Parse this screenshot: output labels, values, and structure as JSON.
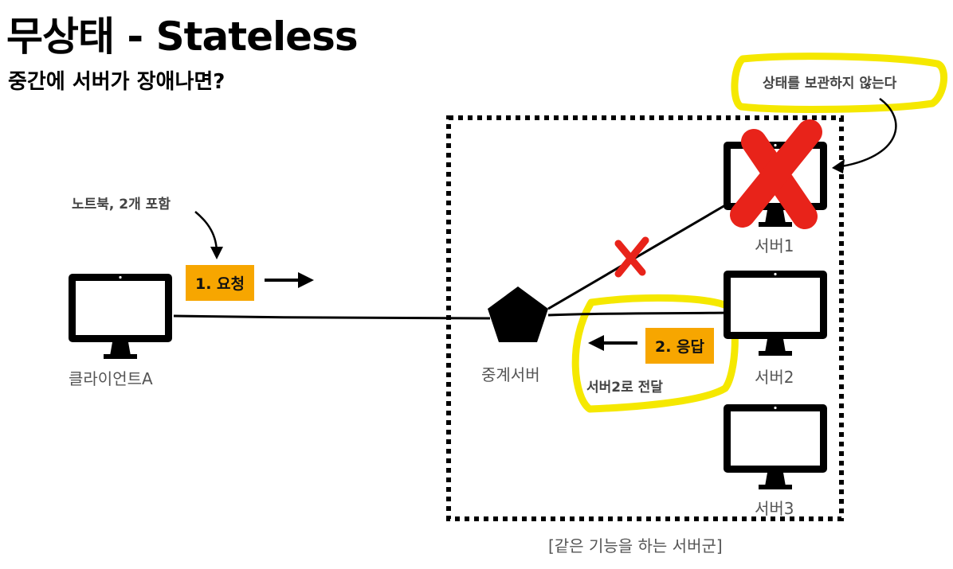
{
  "title": "무상태 - Stateless",
  "subtitle": "중간에 서버가 장애나면?",
  "client": {
    "label": "클라이언트A"
  },
  "relay": {
    "label": "중계서버"
  },
  "servers": [
    {
      "label": "서버1",
      "status": "failed"
    },
    {
      "label": "서버2",
      "status": "ok"
    },
    {
      "label": "서버3",
      "status": "ok"
    }
  ],
  "request_tag": "1. 요청",
  "response_tag": "2. 응답",
  "notes": {
    "laptop_note": "노트북, 2개 포함",
    "stateless_note": "상태를 보관하지 않는다",
    "forward_note": "서버2로 전달"
  },
  "group_label": "[같은 기능을 하는 서버군]",
  "colors": {
    "tag": "#f7a600",
    "highlight": "#f5e800",
    "cross": "#e8231a",
    "monitor": "#000000"
  }
}
